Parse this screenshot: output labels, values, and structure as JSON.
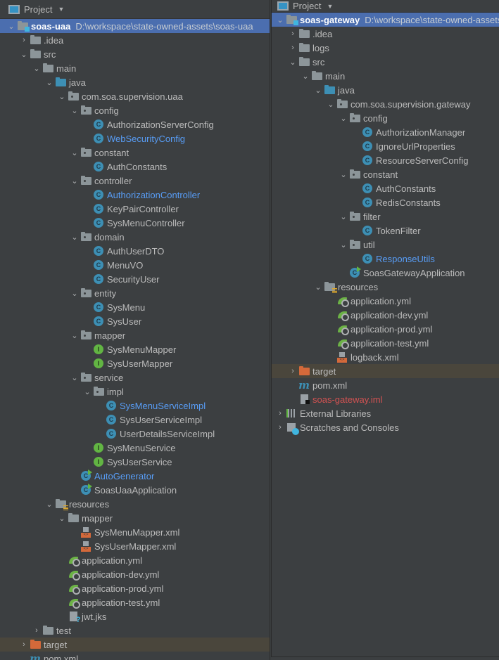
{
  "left": {
    "header": {
      "title": "Project",
      "caret": "▼",
      "icon": "project-window-icon"
    },
    "root": {
      "name": "soas-uaa",
      "path": "D:\\workspace\\state-owned-assets\\soas-uaa"
    },
    "items": [
      {
        "label": ".idea",
        "depth": 1,
        "arrow": "›",
        "icon": "folder"
      },
      {
        "label": "src",
        "depth": 1,
        "arrow": "⌄",
        "icon": "folder"
      },
      {
        "label": "main",
        "depth": 2,
        "arrow": "⌄",
        "icon": "folder"
      },
      {
        "label": "java",
        "depth": 3,
        "arrow": "⌄",
        "icon": "folder-blue"
      },
      {
        "label": "com.soa.supervision.uaa",
        "depth": 4,
        "arrow": "⌄",
        "icon": "package"
      },
      {
        "label": "config",
        "depth": 5,
        "arrow": "⌄",
        "icon": "package"
      },
      {
        "label": "AuthorizationServerConfig",
        "depth": 6,
        "icon": "class"
      },
      {
        "label": "WebSecurityConfig",
        "depth": 6,
        "icon": "class",
        "status": "modified"
      },
      {
        "label": "constant",
        "depth": 5,
        "arrow": "⌄",
        "icon": "package"
      },
      {
        "label": "AuthConstants",
        "depth": 6,
        "icon": "class"
      },
      {
        "label": "controller",
        "depth": 5,
        "arrow": "⌄",
        "icon": "package"
      },
      {
        "label": "AuthorizationController",
        "depth": 6,
        "icon": "class",
        "status": "modified"
      },
      {
        "label": "KeyPairController",
        "depth": 6,
        "icon": "class"
      },
      {
        "label": "SysMenuController",
        "depth": 6,
        "icon": "class"
      },
      {
        "label": "domain",
        "depth": 5,
        "arrow": "⌄",
        "icon": "package"
      },
      {
        "label": "AuthUserDTO",
        "depth": 6,
        "icon": "class"
      },
      {
        "label": "MenuVO",
        "depth": 6,
        "icon": "class"
      },
      {
        "label": "SecurityUser",
        "depth": 6,
        "icon": "class"
      },
      {
        "label": "entity",
        "depth": 5,
        "arrow": "⌄",
        "icon": "package"
      },
      {
        "label": "SysMenu",
        "depth": 6,
        "icon": "class"
      },
      {
        "label": "SysUser",
        "depth": 6,
        "icon": "class"
      },
      {
        "label": "mapper",
        "depth": 5,
        "arrow": "⌄",
        "icon": "package"
      },
      {
        "label": "SysMenuMapper",
        "depth": 6,
        "icon": "interface"
      },
      {
        "label": "SysUserMapper",
        "depth": 6,
        "icon": "interface"
      },
      {
        "label": "service",
        "depth": 5,
        "arrow": "⌄",
        "icon": "package"
      },
      {
        "label": "impl",
        "depth": 6,
        "arrow": "⌄",
        "icon": "package"
      },
      {
        "label": "SysMenuServiceImpl",
        "depth": 7,
        "icon": "class",
        "status": "modified"
      },
      {
        "label": "SysUserServiceImpl",
        "depth": 7,
        "icon": "class"
      },
      {
        "label": "UserDetailsServiceImpl",
        "depth": 7,
        "icon": "class"
      },
      {
        "label": "SysMenuService",
        "depth": 6,
        "icon": "interface"
      },
      {
        "label": "SysUserService",
        "depth": 6,
        "icon": "interface"
      },
      {
        "label": "AutoGenerator",
        "depth": 5,
        "icon": "runnable-class",
        "status": "modified"
      },
      {
        "label": "SoasUaaApplication",
        "depth": 5,
        "icon": "spring-boot-class"
      },
      {
        "label": "resources",
        "depth": 3,
        "arrow": "⌄",
        "icon": "resources-folder"
      },
      {
        "label": "mapper",
        "depth": 4,
        "arrow": "⌄",
        "icon": "folder"
      },
      {
        "label": "SysMenuMapper.xml",
        "depth": 5,
        "icon": "xml"
      },
      {
        "label": "SysUserMapper.xml",
        "depth": 5,
        "icon": "xml"
      },
      {
        "label": "application.yml",
        "depth": 4,
        "icon": "spring-yml"
      },
      {
        "label": "application-dev.yml",
        "depth": 4,
        "icon": "spring-yml"
      },
      {
        "label": "application-prod.yml",
        "depth": 4,
        "icon": "spring-yml"
      },
      {
        "label": "application-test.yml",
        "depth": 4,
        "icon": "spring-yml"
      },
      {
        "label": "jwt.jks",
        "depth": 4,
        "icon": "unknown-file"
      },
      {
        "label": "test",
        "depth": 2,
        "arrow": "›",
        "icon": "folder"
      },
      {
        "label": "target",
        "depth": 1,
        "arrow": "›",
        "icon": "folder-orange",
        "status": "excluded"
      },
      {
        "label": "pom.xml",
        "depth": 1,
        "icon": "maven"
      }
    ]
  },
  "right": {
    "header": {
      "title": "Project",
      "caret": "▼",
      "icon": "project-window-icon"
    },
    "root": {
      "name": "soas-gateway",
      "path": "D:\\workspace\\state-owned-assets"
    },
    "items": [
      {
        "label": ".idea",
        "depth": 1,
        "arrow": "›",
        "icon": "folder"
      },
      {
        "label": "logs",
        "depth": 1,
        "arrow": "›",
        "icon": "folder"
      },
      {
        "label": "src",
        "depth": 1,
        "arrow": "⌄",
        "icon": "folder"
      },
      {
        "label": "main",
        "depth": 2,
        "arrow": "⌄",
        "icon": "folder"
      },
      {
        "label": "java",
        "depth": 3,
        "arrow": "⌄",
        "icon": "folder-blue"
      },
      {
        "label": "com.soa.supervision.gateway",
        "depth": 4,
        "arrow": "⌄",
        "icon": "package"
      },
      {
        "label": "config",
        "depth": 5,
        "arrow": "⌄",
        "icon": "package"
      },
      {
        "label": "AuthorizationManager",
        "depth": 6,
        "icon": "class"
      },
      {
        "label": "IgnoreUrlProperties",
        "depth": 6,
        "icon": "class"
      },
      {
        "label": "ResourceServerConfig",
        "depth": 6,
        "icon": "class"
      },
      {
        "label": "constant",
        "depth": 5,
        "arrow": "⌄",
        "icon": "package"
      },
      {
        "label": "AuthConstants",
        "depth": 6,
        "icon": "class"
      },
      {
        "label": "RedisConstants",
        "depth": 6,
        "icon": "class"
      },
      {
        "label": "filter",
        "depth": 5,
        "arrow": "⌄",
        "icon": "package"
      },
      {
        "label": "TokenFilter",
        "depth": 6,
        "icon": "class"
      },
      {
        "label": "util",
        "depth": 5,
        "arrow": "⌄",
        "icon": "package"
      },
      {
        "label": "ResponseUtils",
        "depth": 6,
        "icon": "class",
        "status": "modified"
      },
      {
        "label": "SoasGatewayApplication",
        "depth": 5,
        "icon": "spring-boot-class"
      },
      {
        "label": "resources",
        "depth": 3,
        "arrow": "⌄",
        "icon": "resources-folder"
      },
      {
        "label": "application.yml",
        "depth": 4,
        "icon": "spring-yml"
      },
      {
        "label": "application-dev.yml",
        "depth": 4,
        "icon": "spring-yml"
      },
      {
        "label": "application-prod.yml",
        "depth": 4,
        "icon": "spring-yml"
      },
      {
        "label": "application-test.yml",
        "depth": 4,
        "icon": "spring-yml"
      },
      {
        "label": "logback.xml",
        "depth": 4,
        "icon": "xml"
      },
      {
        "label": "target",
        "depth": 1,
        "arrow": "›",
        "icon": "folder-orange",
        "status": "excluded"
      },
      {
        "label": "pom.xml",
        "depth": 1,
        "icon": "maven"
      },
      {
        "label": "soas-gateway.iml",
        "depth": 1,
        "icon": "iml-file",
        "status": "error"
      },
      {
        "label": "External Libraries",
        "depth": 0,
        "arrow": "›",
        "icon": "libraries"
      },
      {
        "label": "Scratches and Consoles",
        "depth": 0,
        "arrow": "›",
        "icon": "scratches"
      }
    ]
  },
  "colors": {
    "background": "#3c3f41",
    "selection": "#4b6eaf",
    "excluded_row": "#4a463c",
    "modified_text": "#589df6",
    "error_text": "#d25252"
  }
}
